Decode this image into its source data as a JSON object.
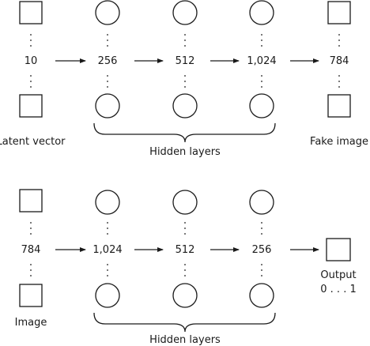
{
  "generator": {
    "input": {
      "count": "10",
      "caption": "Latent vector"
    },
    "hidden": [
      {
        "count": "256"
      },
      {
        "count": "512"
      },
      {
        "count": "1,024"
      }
    ],
    "hidden_caption": "Hidden layers",
    "output": {
      "count": "784",
      "caption": "Fake image"
    }
  },
  "discriminator": {
    "input": {
      "count": "784",
      "caption": "Image"
    },
    "hidden": [
      {
        "count": "1,024"
      },
      {
        "count": "512"
      },
      {
        "count": "256"
      }
    ],
    "hidden_caption": "Hidden layers",
    "output": {
      "caption_line1": "Output",
      "caption_line2": "0 . . . 1"
    }
  },
  "colors": {
    "stroke": "#1a1a1a",
    "background": "#ffffff"
  }
}
